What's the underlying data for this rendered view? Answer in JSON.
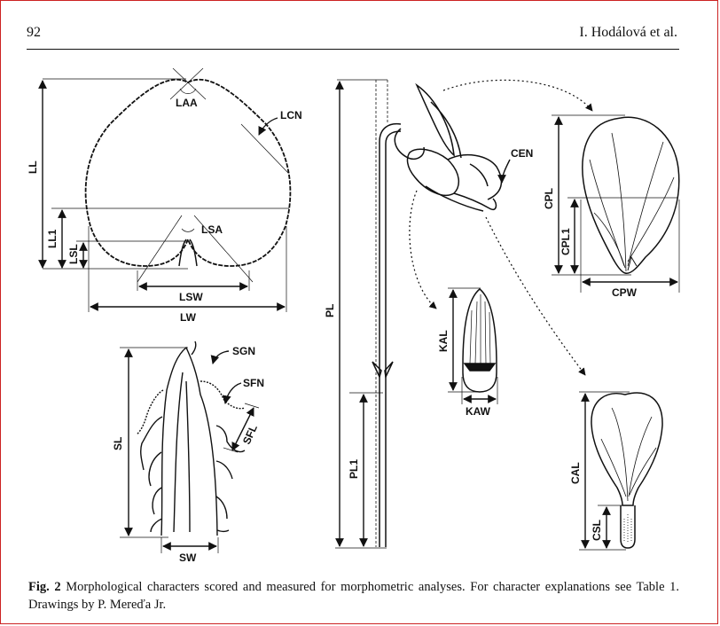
{
  "header": {
    "page_number": "92",
    "running_head": "I. Hodálová et al."
  },
  "figure": {
    "labels": {
      "LL": "LL",
      "LL1": "LL1",
      "LSL": "LSL",
      "LAA": "LAA",
      "LCN": "LCN",
      "LSA": "LSA",
      "LSW": "LSW",
      "LW": "LW",
      "PL": "PL",
      "PL1": "PL1",
      "CEN": "CEN",
      "CPL": "CPL",
      "CPL1": "CPL1",
      "CPW": "CPW",
      "KAL": "KAL",
      "KAW": "KAW",
      "SGN": "SGN",
      "SFN": "SFN",
      "SFL": "SFL",
      "SL": "SL",
      "SW": "SW",
      "CAL": "CAL",
      "CSL": "CSL"
    }
  },
  "caption": {
    "label": "Fig. 2",
    "text": " Morphological characters scored and measured for morphometric analyses. For character explanations see Table 1. Drawings by P. Mereďa Jr."
  }
}
